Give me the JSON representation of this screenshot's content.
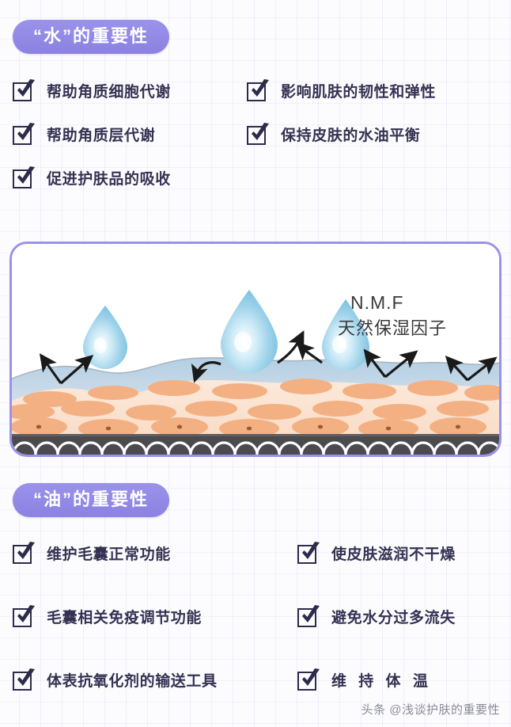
{
  "colors": {
    "pill_purple": "#8b82e1",
    "pill_purple_light": "#9a92ea",
    "text_navy": "#343252",
    "checkbox_navy": "#2d2b4a",
    "panel_border": "#9a92ea",
    "droplet_blue": "#9ed2ea",
    "droplet_blue_deep": "#63b4d8",
    "moisture_layer": "#a9cbe3",
    "skin_bg": "#fbe5d6",
    "skin_cell": "#f3b183",
    "cell_nucleus": "#8a4f2a",
    "basal_dark": "#4a4a4f",
    "background": "#fcfcfe"
  },
  "water_section": {
    "title": "“水”的重要性",
    "items": [
      "帮助角质细胞代谢",
      "影响肌肤的韧性和弹性",
      "帮助角质层代谢",
      "保持皮肤的水油平衡",
      "促进护肤品的吸收"
    ]
  },
  "illustration": {
    "nmf_abbrev": "N.M.F",
    "nmf_full": "天然保湿因子",
    "alt": "skin-cross-section-with-water-droplets"
  },
  "oil_section": {
    "title": "“油”的重要性",
    "items": [
      "维护毛囊正常功能",
      "使皮肤滋润不干燥",
      "毛囊相关免疫调节功能",
      "避免水分过多流失",
      "体表抗氧化剂的输送工具",
      "维 持 体 温"
    ]
  },
  "footer": {
    "watermark": "头条 @浅谈护肤的重要性"
  }
}
